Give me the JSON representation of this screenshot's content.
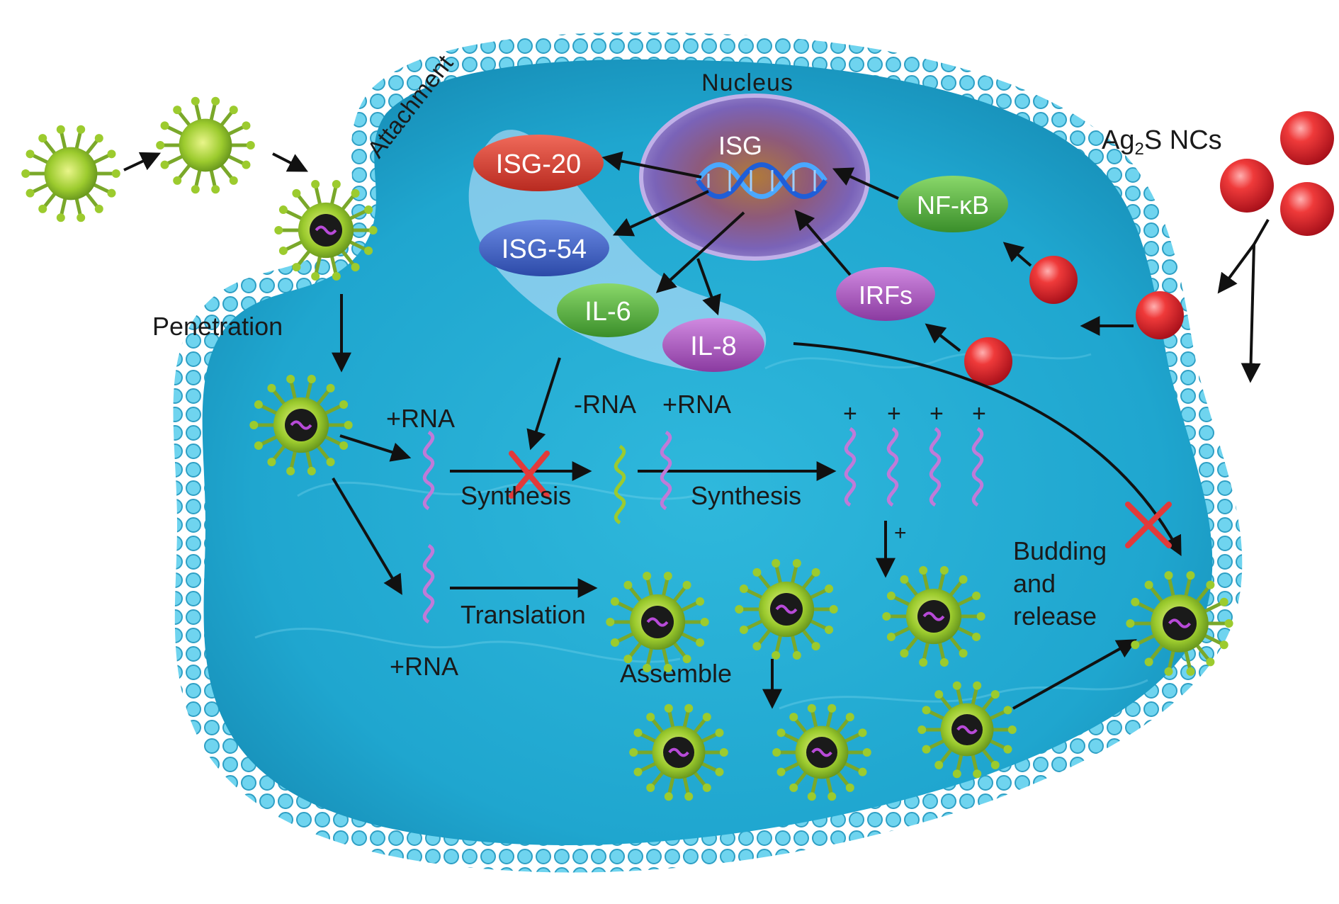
{
  "labels": {
    "attachment": "Attachment",
    "nucleus": "Nucleus",
    "isg": "ISG",
    "ag2s_prefix": "Ag",
    "ag2s_sub": "2",
    "ag2s_suffix": "S NCs",
    "isg20": "ISG-20",
    "isg54": "ISG-54",
    "il6": "IL-6",
    "il8": "IL-8",
    "nfkb": "NF-κB",
    "irfs": "IRFs",
    "penetration": "Penetration",
    "plus_rna_1": "+RNA",
    "minus_rna": "-RNA",
    "plus_rna_2": "+RNA",
    "synthesis_1": "Synthesis",
    "synthesis_2": "Synthesis",
    "plus_marks": [
      "+",
      "+",
      "+",
      "+"
    ],
    "plus_small": "+",
    "translation": "Translation",
    "plus_rna_3": "+RNA",
    "assemble": "Assemble",
    "budding": "Budding",
    "and": "and",
    "release": "release"
  },
  "colors": {
    "cell_fill": "#29b4d8",
    "cell_edge": "#5fd0ec",
    "isg20": "#d83a2e",
    "isg54": "#3c62c4",
    "il6": "#4cae3c",
    "il8": "#a34fb4",
    "nfkb": "#4cae3c",
    "irfs": "#a34fb4",
    "nanocrystal": "#e2202a",
    "virus": "#8ec02a",
    "inhibit_x": "#e23a3a"
  }
}
